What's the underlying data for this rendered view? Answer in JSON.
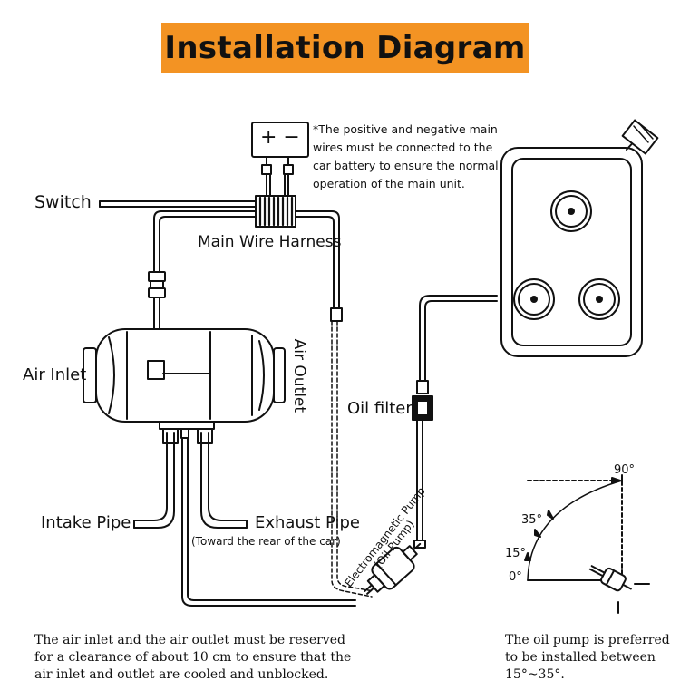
{
  "title": "Installation Diagram",
  "battery": {
    "symbols": "+ −"
  },
  "battery_note": [
    "*The positive and negative main",
    "wires must be connected to the",
    "car battery to ensure the normal",
    "operation of the main unit."
  ],
  "labels": {
    "switch": "Switch",
    "main_wire_harness": "Main Wire Harness",
    "air_inlet": "Air Inlet",
    "air_outlet": "Air Outlet",
    "oil_filter": "Oil filter",
    "intake_pipe": "Intake Pipe",
    "exhaust_pipe": "Exhaust Pipe",
    "exhaust_note": "(Toward the rear of the car)",
    "pump_line1": "Electromagnetic Pump",
    "pump_line2": "(Oil Pump)"
  },
  "angle_diagram": {
    "a90": "90°",
    "a35": "35°",
    "a15": "15°",
    "a0": "0°"
  },
  "bottom_notes": {
    "clearance": [
      "The air inlet and the air outlet must be reserved",
      "for a clearance of about 10 cm to ensure that the",
      "air inlet and outlet are cooled and unblocked."
    ],
    "pump_angle": [
      "The oil pump is preferred",
      "to be installed between",
      "15°~35°."
    ]
  },
  "colors": {
    "title_bg": "#f39323",
    "line": "#111111"
  }
}
